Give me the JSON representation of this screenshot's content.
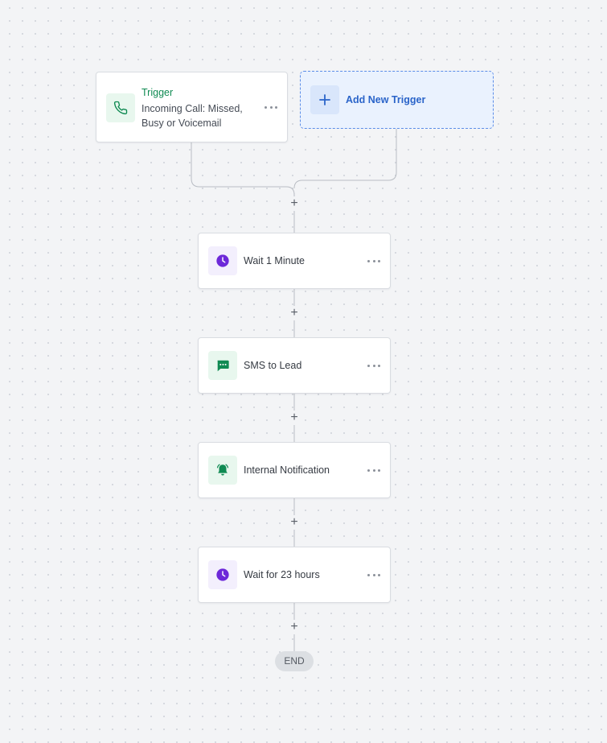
{
  "trigger": {
    "title": "Trigger",
    "description": "Incoming Call: Missed, Busy or Voicemail",
    "icon": "phone-icon"
  },
  "add_trigger": {
    "label": "Add New Trigger",
    "icon": "plus-icon"
  },
  "steps": [
    {
      "label": "Wait 1 Minute",
      "icon": "clock-icon"
    },
    {
      "label": "SMS to Lead",
      "icon": "chat-message-icon"
    },
    {
      "label": "Internal Notification",
      "icon": "bell-icon"
    },
    {
      "label": "Wait for 23 hours",
      "icon": "clock-icon"
    }
  ],
  "add_step_symbol": "+",
  "end_label": "END",
  "colors": {
    "trigger_green": "#0f8a52",
    "wait_purple": "#6d28d9",
    "action_green": "#0f8a52",
    "add_trigger_blue": "#2a64c9"
  }
}
